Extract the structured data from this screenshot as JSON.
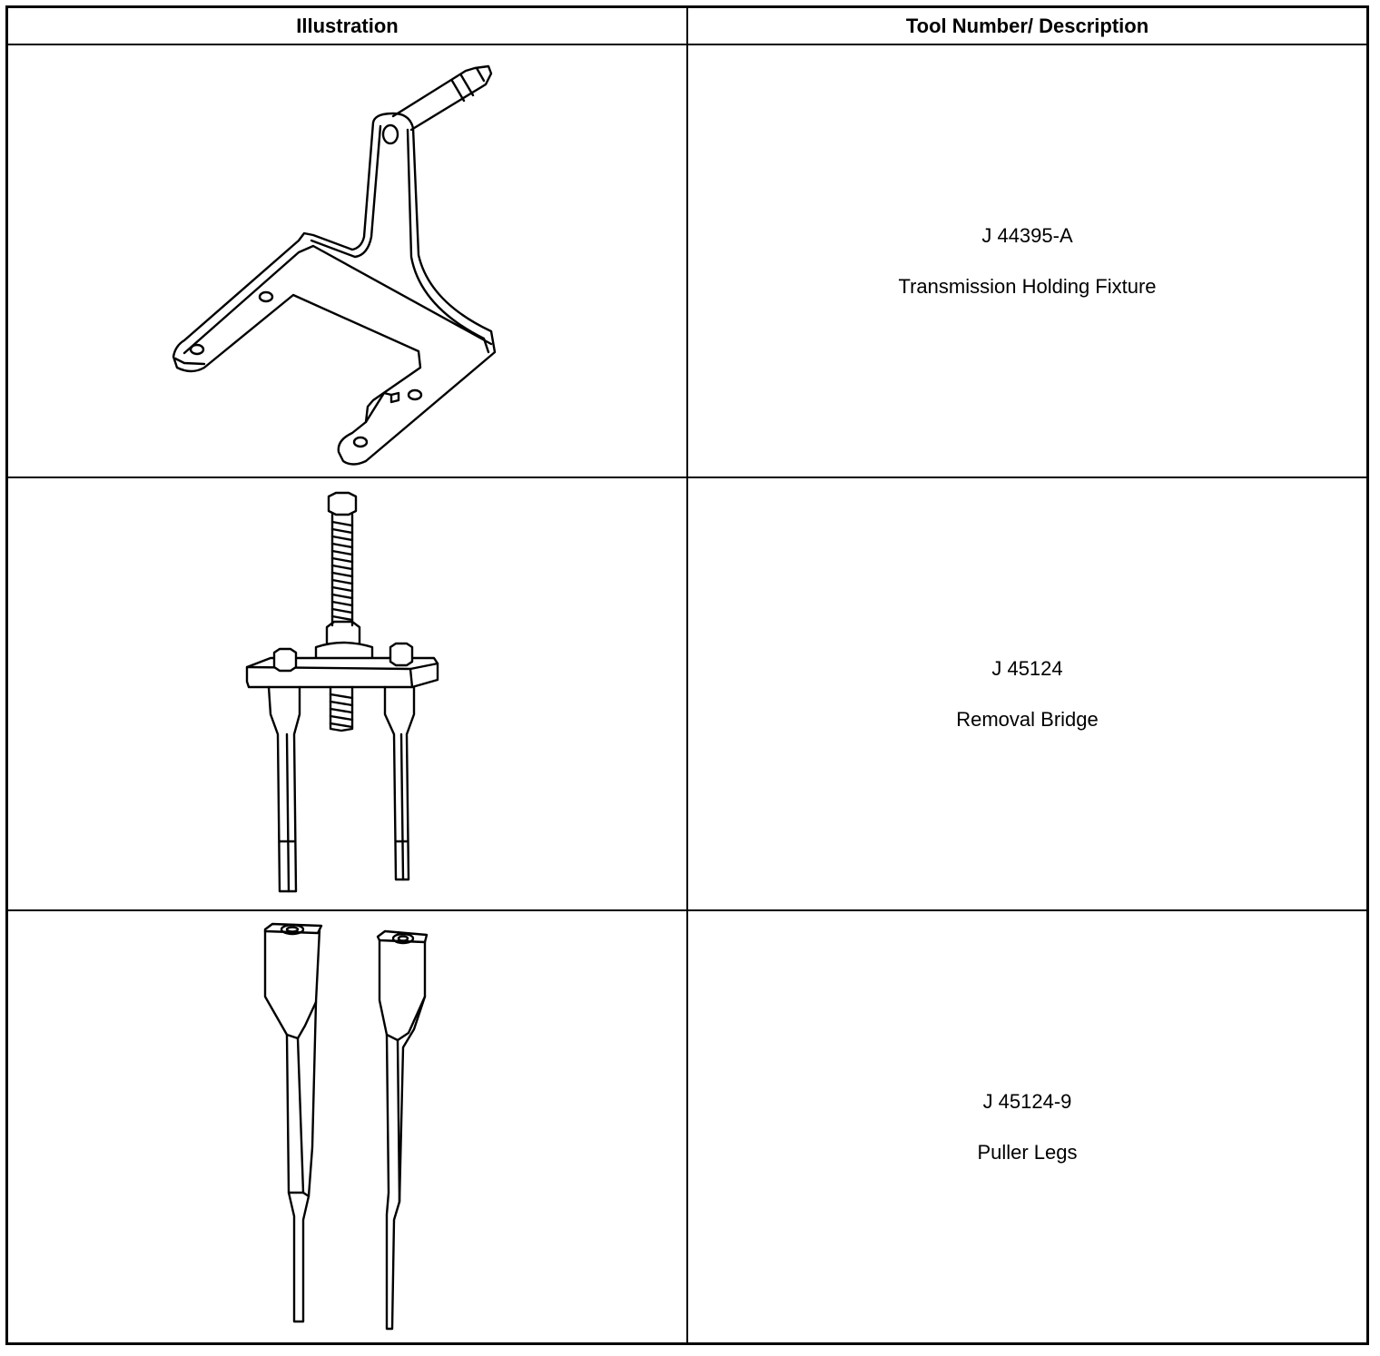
{
  "table": {
    "header_illustration": "Illustration",
    "header_description": "Tool Number/ Description",
    "rows": [
      {
        "tool_number": "J 44395-A",
        "description": "Transmission Holding Fixture"
      },
      {
        "tool_number": "J 45124",
        "description": "Removal Bridge"
      },
      {
        "tool_number": "J 45124-9",
        "description": "Puller Legs"
      }
    ]
  }
}
